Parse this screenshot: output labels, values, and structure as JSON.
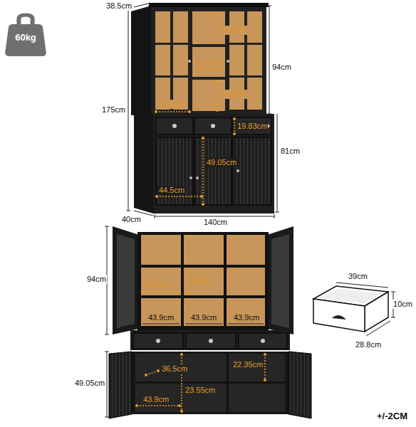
{
  "diagram": {
    "nodes": [
      {
        "text": [
          "60kg"
        ]
      }
    ],
    "labels": [
      "38.5cm",
      "29.4cm",
      "38.5cm",
      "94cm",
      "175cm",
      "45.1cm",
      "30.9cm",
      "19.83cm",
      "81cm",
      "49.05cm",
      "44.5cm",
      "40cm",
      "140cm",
      "94cm",
      "26.5cm",
      "30cm",
      "39cm",
      "43.9cm",
      "43.9cm",
      "43.9cm",
      "10cm",
      "28.8cm",
      "36.5cm",
      "22.35cm",
      "23.55cm",
      "49.05cm",
      "43.9cm",
      "+/-2CM"
    ]
  }
}
